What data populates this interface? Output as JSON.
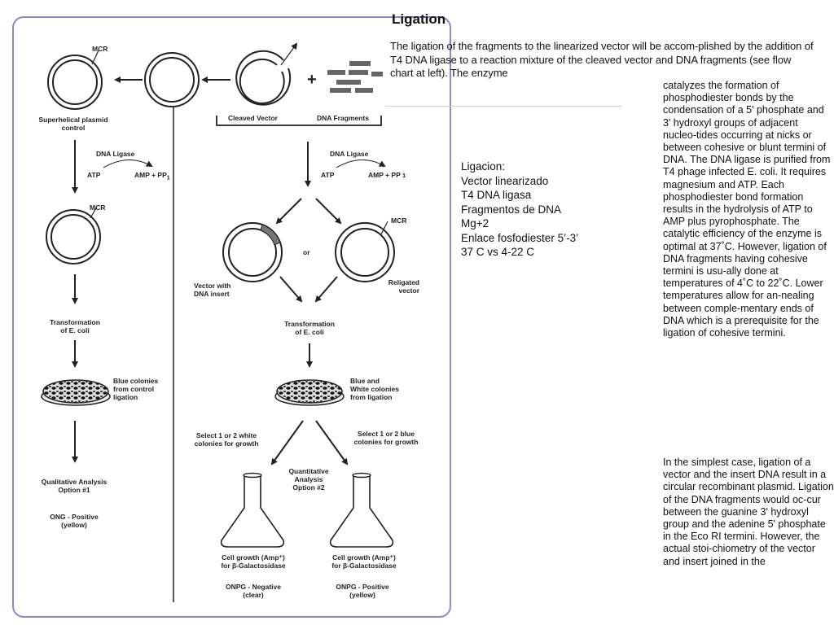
{
  "diagram": {
    "labels": {
      "mcr1": "MCR",
      "mcr2": "MCR",
      "mcr3": "MCR",
      "supercoiled": "Superhelical plasmid\ncontrol",
      "cleaved_vector": "Cleaved Vector",
      "dna_fragments": "DNA Fragments",
      "ligase_left": "DNA Ligase",
      "atp_left": "ATP",
      "amp_left": "AMP + PP",
      "amp_left_sub": "1",
      "ligase_right": "DNA Ligase",
      "atp_right": "ATP",
      "amp_right": "AMP + PP",
      "amp_right_sub": "1",
      "or": "or",
      "vector_insert": "Vector with\nDNA insert",
      "religated": "Religated\nvector",
      "transform_left": "Transformation\nof E. coli",
      "transform_right": "Transformation\nof E. coli",
      "blue_colonies": "Blue colonies\nfrom control\nligation",
      "blue_white": "Blue and\nWhite colonies\nfrom ligation",
      "select_white": "Select 1 or 2 white\ncolonies for growth",
      "select_blue": "Select 1 or 2 blue\ncolonies for growth",
      "qualitative": "Qualitative Analysis\nOption #1",
      "ong_positive": "ONG - Positive\n(yellow)",
      "quantitative": "Quantitative\nAnalysis\nOption #2",
      "cell_growth_left": "Cell growth (Amp⁺)\nfor β-Galactosidase",
      "cell_growth_right": "Cell growth (Amp⁺)\nfor β-Galactosidase",
      "onpg_negative": "ONPG - Negative\n(clear)",
      "onpg_positive": "ONPG - Positive\n(yellow)"
    },
    "colors": {
      "frame": "#8a8ac4",
      "ink": "#222222",
      "insert": "#777777"
    }
  },
  "article": {
    "heading": "Ligation",
    "intro": "The ligation of the fragments to the linearized vector will be accom-plished by the addition of T4 DNA ligase to a reaction mixture of the cleaved vector and DNA fragments (see flow chart at left).  The enzyme",
    "col_p1": "catalyzes the formation of phosphodiester bonds by the condensation of a 5' phosphate and 3' hydroxyl groups of adjacent nucleo-tides occurring at nicks or between cohesive or blunt termini of DNA.  The DNA ligase is purified from T4 phage infected E. coli.  It requires magnesium and ATP.  Each phosphodiester bond formation results in the hydrolysis of ATP to AMP plus pyrophosphate. The catalytic efficiency of the enzyme is optimal at 37˚C.  However, ligation of DNA fragments having cohesive termini is usu-ally done at temperatures of 4˚C to 22˚C.  Lower temperatures allow for an-nealing between comple-mentary ends of DNA which is a prerequisite for the ligation of cohesive termini.",
    "col_p2": "In the simplest case, ligation of a vector and the insert DNA result in a circular recombinant plasmid.  Ligation of the DNA fragments would oc-cur between the guanine 3' hydroxyl group and the adenine 5' phosphate in the Eco RI termini. However, the actual stoi-chiometry of the vector and insert joined in the"
  },
  "notes": [
    "Ligacion:",
    "Vector linearizado",
    "T4 DNA ligasa",
    "Fragmentos de DNA",
    "Mg+2",
    "Enlace fosfodiester 5’-3’",
    "37 C vs 4-22 C"
  ]
}
